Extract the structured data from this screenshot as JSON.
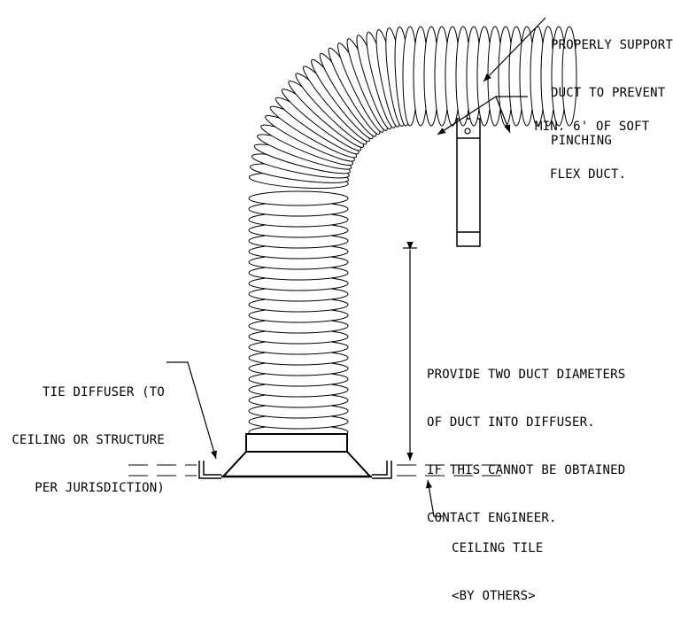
{
  "notes": {
    "support": [
      "PROPERLY SUPPORT",
      "DUCT TO PREVENT",
      "PINCHING"
    ],
    "flex": [
      "MIN. 6' OF SOFT",
      "FLEX DUCT."
    ],
    "tie": [
      "TIE DIFFUSER (TO",
      "CEILING OR STRUCTURE",
      "PER JURISDICTION)"
    ],
    "provide": [
      "PROVIDE TWO DUCT DIAMETERS",
      "OF DUCT INTO DIFFUSER.",
      "IF THIS CANNOT BE OBTAINED",
      "CONTACT ENGINEER."
    ],
    "ceiling": [
      "CEILING TILE",
      "<BY OTHERS>"
    ]
  },
  "colors": {
    "line": "#000000",
    "background": "#ffffff"
  }
}
